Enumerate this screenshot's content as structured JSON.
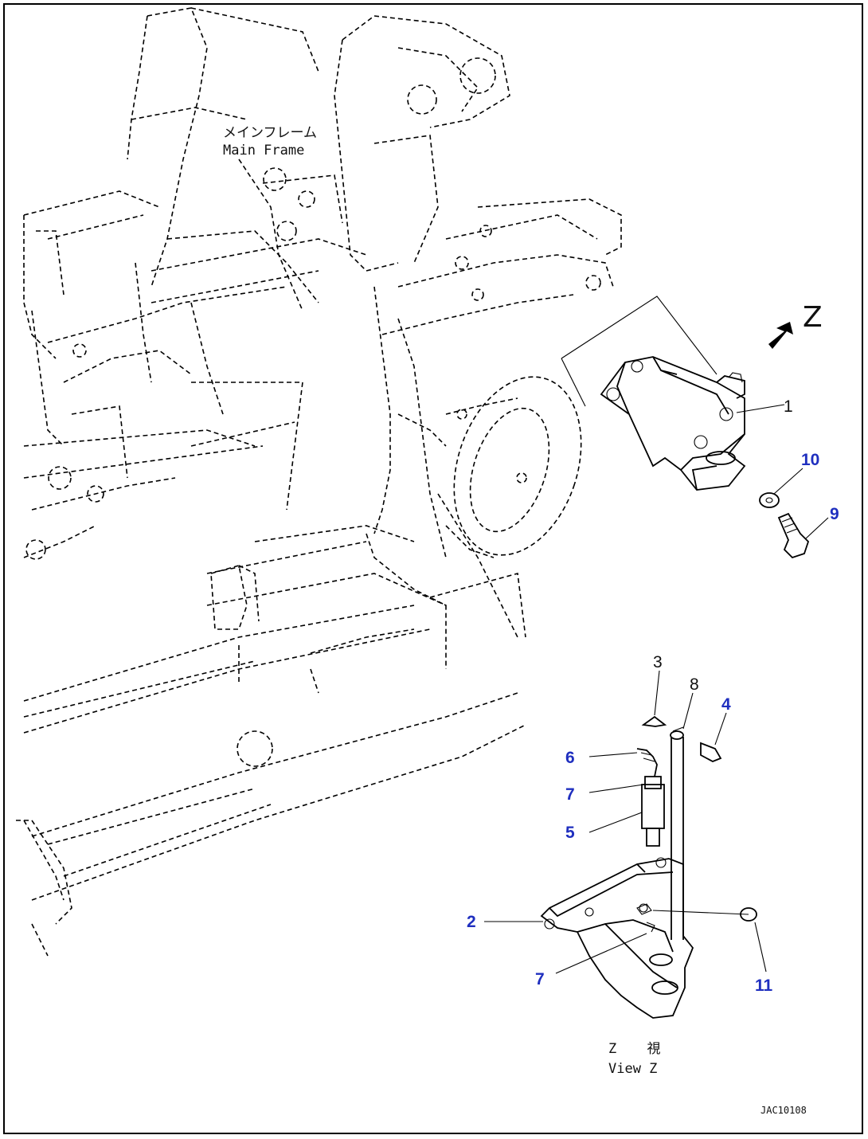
{
  "labels": {
    "main_frame_jp": "メインフレーム",
    "main_frame_en": "Main Frame",
    "view_z_letter": "Z",
    "view_z_jp": "Z 視",
    "view_z_en": "View Z",
    "drawing_id": "JAC10108"
  },
  "callouts": [
    {
      "id": "c1",
      "text": "1",
      "color": "black"
    },
    {
      "id": "c10",
      "text": "10",
      "color": "blue"
    },
    {
      "id": "c9",
      "text": "9",
      "color": "blue"
    },
    {
      "id": "c3",
      "text": "3",
      "color": "black"
    },
    {
      "id": "c8",
      "text": "8",
      "color": "black"
    },
    {
      "id": "c4",
      "text": "4",
      "color": "blue"
    },
    {
      "id": "c6",
      "text": "6",
      "color": "blue"
    },
    {
      "id": "c7a",
      "text": "7",
      "color": "blue"
    },
    {
      "id": "c5",
      "text": "5",
      "color": "blue"
    },
    {
      "id": "c2",
      "text": "2",
      "color": "blue"
    },
    {
      "id": "c11",
      "text": "11",
      "color": "blue"
    },
    {
      "id": "c7b",
      "text": "7",
      "color": "blue"
    }
  ],
  "colors": {
    "callout_blue": "#1f2fbf",
    "line": "#000000",
    "background": "#ffffff"
  }
}
